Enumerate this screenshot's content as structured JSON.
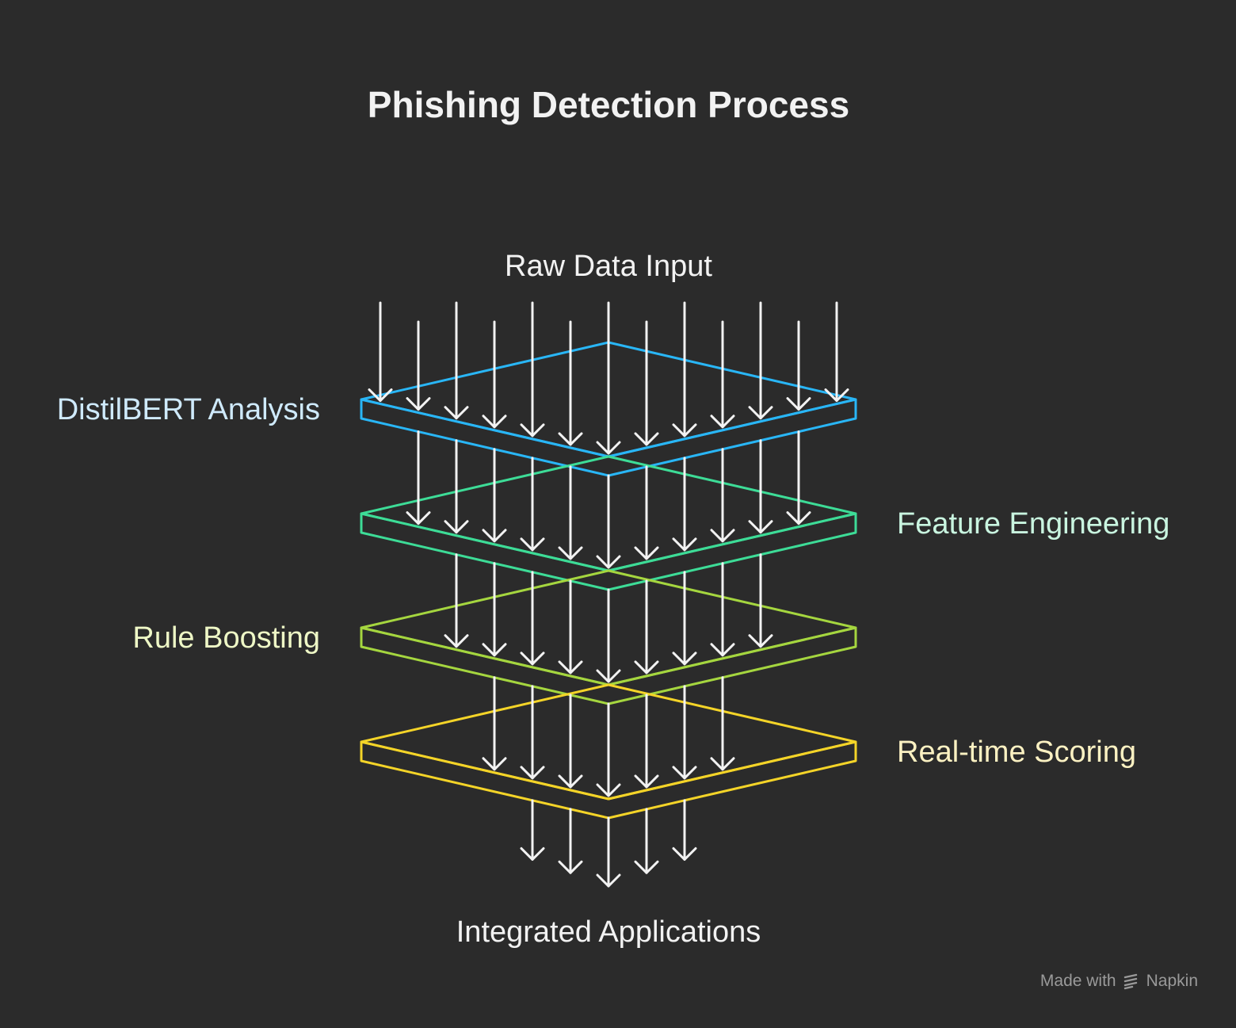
{
  "title": "Phishing Detection Process",
  "input_label": "Raw Data Input",
  "output_label": "Integrated Applications",
  "layers": [
    {
      "label": "DistilBERT Analysis",
      "color": "#29b6f6",
      "text_color": "#cfeafc",
      "side": "left"
    },
    {
      "label": "Feature Engineering",
      "color": "#3ddc97",
      "text_color": "#c9f5e0",
      "side": "right"
    },
    {
      "label": "Rule Boosting",
      "color": "#a5d63f",
      "text_color": "#eef7c6",
      "side": "left"
    },
    {
      "label": "Real-time Scoring",
      "color": "#f4d428",
      "text_color": "#fbf1c2",
      "side": "right"
    }
  ],
  "watermark": {
    "prefix": "Made with",
    "brand": "Napkin",
    "icon": "napkin-logo-icon"
  }
}
